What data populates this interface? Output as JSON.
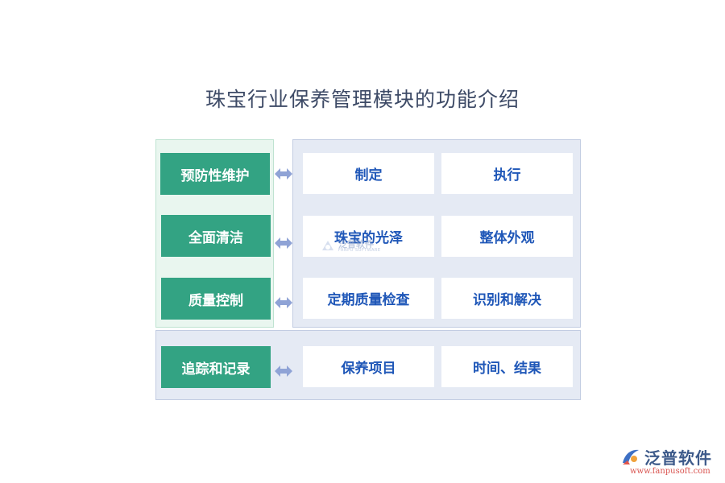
{
  "title": "珠宝行业保养管理模块的功能介绍",
  "rows": [
    {
      "label": "预防性维护",
      "items": [
        "制定",
        "执行"
      ]
    },
    {
      "label": "全面清洁",
      "items": [
        "珠宝的光泽",
        "整体外观"
      ]
    },
    {
      "label": "质量控制",
      "items": [
        "定期质量检查",
        "识别和解决"
      ]
    },
    {
      "label": "追踪和记录",
      "items": [
        "保养项目",
        "时间、结果"
      ]
    }
  ],
  "watermark": {
    "cn": "泛普软件",
    "en": "FANPU SOFTWARE"
  },
  "logo": {
    "name": "泛普软件",
    "url": "www.fanpusoft.com"
  },
  "colors": {
    "green": "#33a383",
    "blue_text": "#1f57b8",
    "panel_blue": "#e5eaf4",
    "panel_green": "#e9f6ef",
    "arrow": "#8fa3d6"
  }
}
